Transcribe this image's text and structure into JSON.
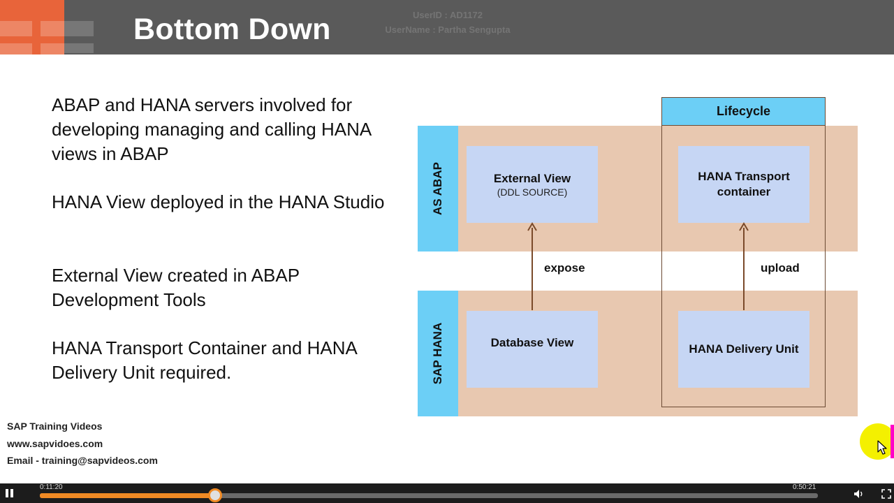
{
  "header": {
    "title": "Bottom Down",
    "watermark_user_id": "UserID : AD1172",
    "watermark_user_name": "UserName : Partha Sengupta"
  },
  "bullets": [
    "ABAP and HANA servers involved for developing managing and calling HANA views in ABAP",
    "HANA View deployed in the HANA Studio",
    "External View created in ABAP Development Tools",
    "HANA Transport Container and HANA Delivery Unit required."
  ],
  "diagram": {
    "layer_top": "AS ABAP",
    "layer_bottom": "SAP HANA",
    "lifecycle": "Lifecycle",
    "external_view": "External View",
    "external_view_sub": "(DDL SOURCE)",
    "database_view": "Database View",
    "transport_container": "HANA Transport container",
    "delivery_unit": "HANA Delivery Unit",
    "arrow_left": "expose",
    "arrow_right": "upload"
  },
  "footer": {
    "line1": "SAP Training Videos",
    "line2": "www.sapvidoes.com",
    "line3": "Email - training@sapvideos.com"
  },
  "player": {
    "elapsed": "0:11:20",
    "duration": "0:50:21",
    "progress_fraction": 0.225
  },
  "colors": {
    "header_bg": "#5a5a5a",
    "logo_orange": "#e8643a",
    "band": "#e8c8b0",
    "side_label": "#6ccff6",
    "box": "#c6d6f4",
    "arrow": "#7a4a2a",
    "progress": "#f08a24"
  },
  "icons": [
    "pause-icon",
    "volume-icon",
    "fullscreen-icon",
    "mouse-cursor-icon"
  ]
}
